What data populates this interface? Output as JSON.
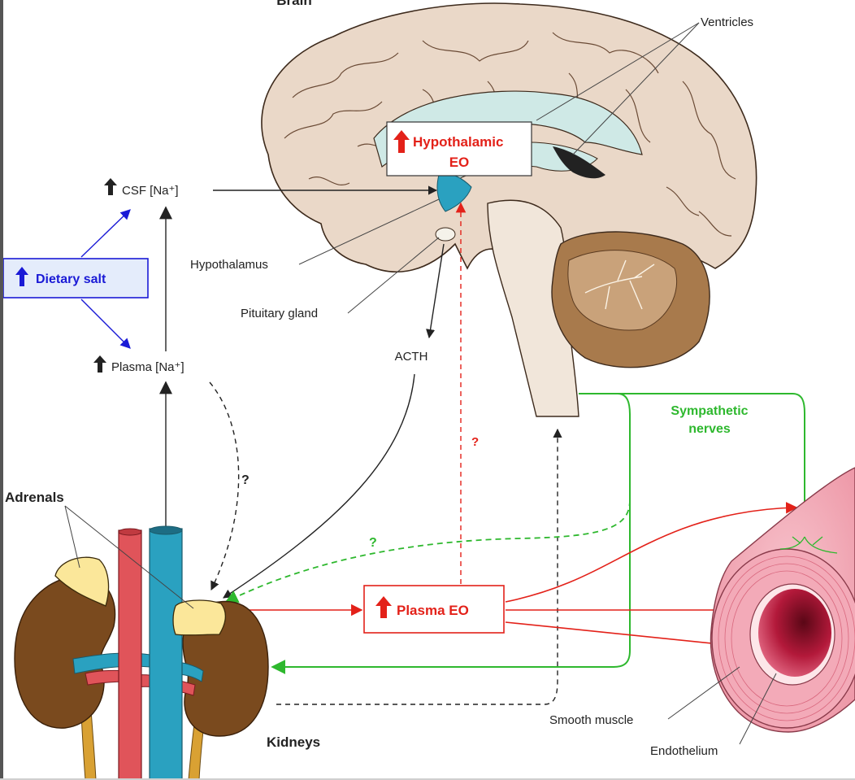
{
  "labels": {
    "brain": "Brain",
    "ventricles": "Ventricles",
    "hypothalamic_eo_line1": "Hypothalamic",
    "hypothalamic_eo_line2": "EO",
    "csf_na": "CSF [Na⁺]",
    "dietary_salt": "Dietary salt",
    "hypothalamus": "Hypothalamus",
    "pituitary_gland": "Pituitary gland",
    "plasma_na": "Plasma [Na⁺]",
    "acth": "ACTH",
    "sympathetic_line1": "Sympathetic",
    "sympathetic_line2": "nerves",
    "q_red": "?",
    "q_black": "?",
    "q_green": "?",
    "adrenals": "Adrenals",
    "plasma_eo": "Plasma EO",
    "smooth_muscle": "Smooth muscle",
    "endothelium": "Endothelium",
    "kidneys": "Kidneys"
  },
  "colors": {
    "red": "#e32119",
    "blue": "#1a1ad6",
    "green": "#2eb82e",
    "black": "#222222",
    "brain_fill": "#ead8c8",
    "cerebellum": "#a87a4c",
    "ventricle_fill": "#cfe9e6",
    "adrenal_fill": "#fbe79a",
    "kidney_fill": "#7a4a1e",
    "vein_fill": "#2aa1c0",
    "artery_fill": "#e0545a",
    "ureter_fill": "#d9a133",
    "vessel_fill": "#f3aab8",
    "lumen_fill": "#b3193a"
  }
}
